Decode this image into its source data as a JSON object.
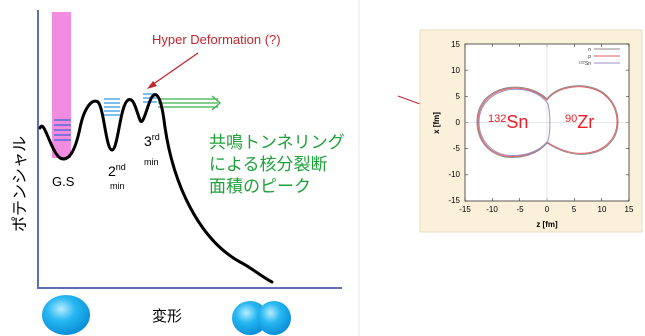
{
  "left_plot": {
    "y_axis_label": "ポテンシャル",
    "x_axis_label": "変形",
    "gs_label": "G.S",
    "second_min": {
      "num": "2",
      "sup": "nd",
      "min": "min"
    },
    "third_min": {
      "num": "3",
      "sup": "rd",
      "min": "min"
    },
    "hyper_label": "Hyper Deformation (?)",
    "japanese_lines": [
      "共鳴トンネリング",
      "による核分裂断",
      "面積のピーク"
    ]
  },
  "inset": {
    "x_ticks": [
      "-15",
      "-10",
      "-5",
      "0",
      "5",
      "10",
      "15"
    ],
    "y_ticks": [
      "15",
      "10",
      "5",
      "0",
      "-5",
      "-10",
      "-15"
    ],
    "x_label": "z [fm]",
    "y_label": "x [fm]",
    "legend": [
      {
        "name": "n",
        "color": "#8a8a8a"
      },
      {
        "name": "p",
        "color": "#e06060"
      },
      {
        "name": "132Sn",
        "sup": "132",
        "base": "Sn",
        "color": "#9a8fc8"
      }
    ],
    "fragment_left": {
      "sup": "132",
      "base": "Sn"
    },
    "fragment_right": {
      "sup": "90",
      "base": "Zr"
    }
  },
  "colors": {
    "japanese_text": "#1ea13a",
    "hyper_text": "#c0272d",
    "pink_bar": "#f28ce0",
    "levels": "#5b6bd6",
    "blue_levels": "#6fb7ee",
    "arrow": "#38b24a",
    "nucleus": "#1aaef0",
    "fragment_text": "#ee1c25"
  }
}
